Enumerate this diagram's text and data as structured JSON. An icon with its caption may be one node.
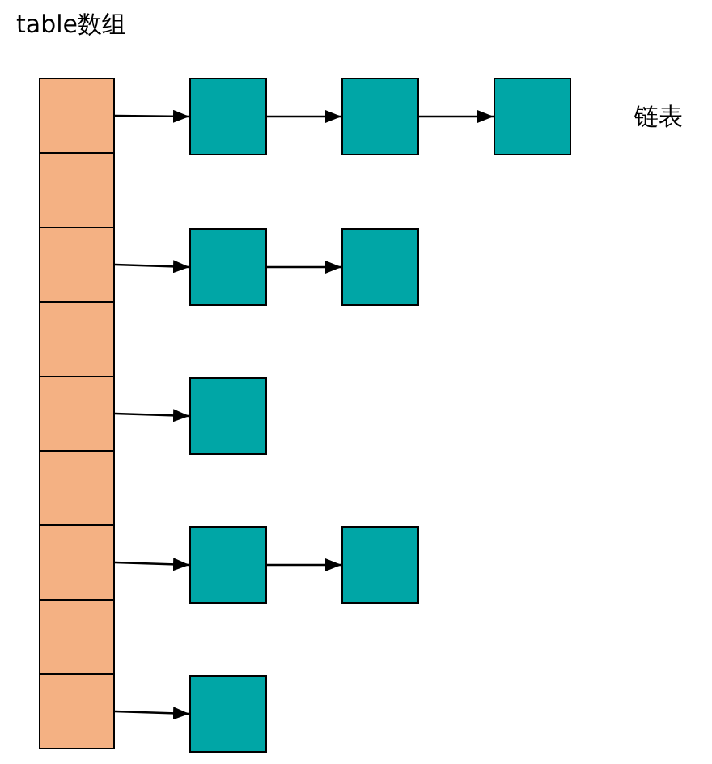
{
  "diagram": {
    "nodes": [
      {
        "text": [],
        "shape": "box"
      },
      {
        "text": [],
        "shape": "box"
      },
      {
        "text": [],
        "shape": "box"
      },
      {
        "text": [],
        "shape": "box"
      },
      {
        "text": [],
        "shape": "box"
      },
      {
        "text": [],
        "shape": "box"
      },
      {
        "text": [],
        "shape": "box"
      },
      {
        "text": [],
        "shape": "box"
      },
      {
        "text": [],
        "shape": "box"
      },
      {
        "text": [],
        "shape": "box"
      },
      {
        "text": [],
        "shape": "box"
      },
      {
        "text": [],
        "shape": "box"
      },
      {
        "text": [],
        "shape": "box"
      },
      {
        "text": [],
        "shape": "box"
      },
      {
        "text": [],
        "shape": "box"
      },
      {
        "text": [],
        "shape": "box"
      },
      {
        "text": [],
        "shape": "box"
      },
      {
        "text": [],
        "shape": "box"
      }
    ],
    "edges": [
      {
        "from": 0,
        "to": 9,
        "arrow": "to"
      },
      {
        "from": 9,
        "to": 10,
        "arrow": "to"
      },
      {
        "from": 10,
        "to": 11,
        "arrow": "to"
      },
      {
        "from": 2,
        "to": 12,
        "arrow": "to"
      },
      {
        "from": 12,
        "to": 13,
        "arrow": "to"
      },
      {
        "from": 4,
        "to": 14,
        "arrow": "to"
      },
      {
        "from": 6,
        "to": 15,
        "arrow": "to"
      },
      {
        "from": 15,
        "to": 16,
        "arrow": "to"
      },
      {
        "from": 8,
        "to": 17,
        "arrow": "to"
      }
    ],
    "labels": [
      "table数组",
      "链表"
    ]
  }
}
